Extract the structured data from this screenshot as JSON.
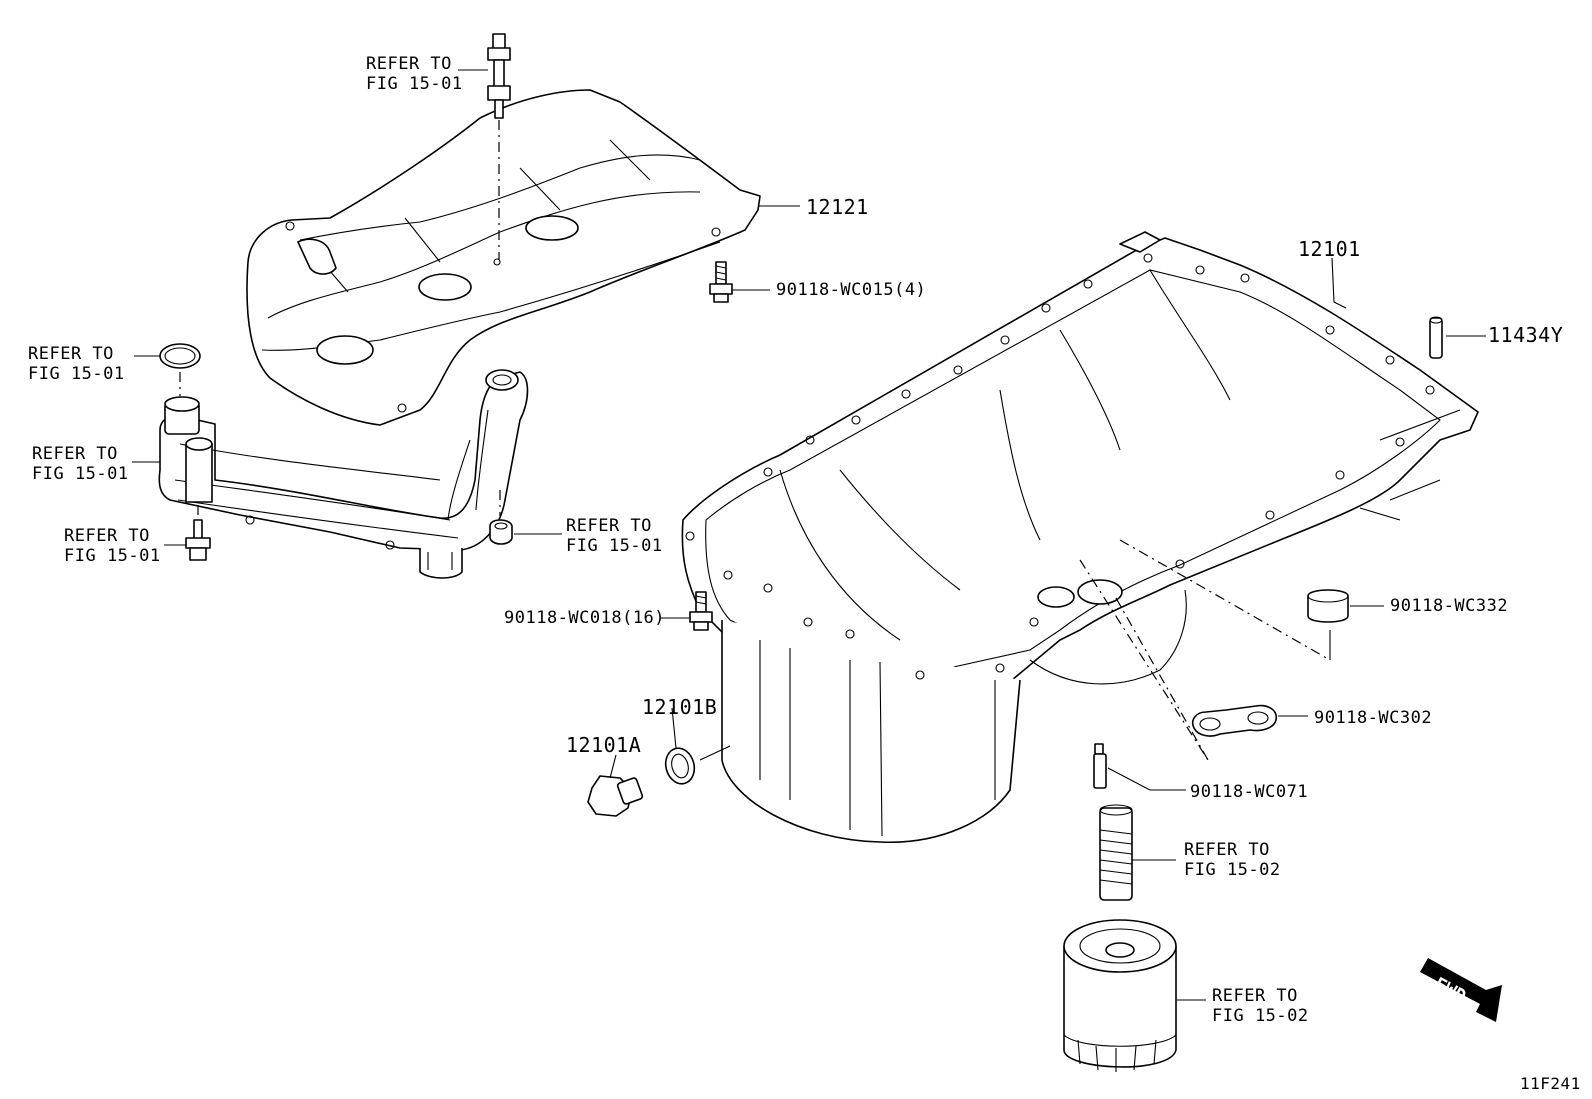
{
  "labels": {
    "refer_top": [
      "REFER TO",
      "FIG 15-01"
    ],
    "refer_left1": [
      "REFER TO",
      "FIG 15-01"
    ],
    "refer_left2": [
      "REFER TO",
      "FIG 15-01"
    ],
    "refer_left3": [
      "REFER TO",
      "FIG 15-01"
    ],
    "refer_mid": [
      "REFER TO",
      "FIG 15-01"
    ],
    "refer_stud": [
      "REFER TO",
      "FIG 15-02"
    ],
    "refer_filter": [
      "REFER TO",
      "FIG 15-02"
    ],
    "part_12121": "12121",
    "part_12101": "12101",
    "part_11434Y": "11434Y",
    "part_wc015": "90118-WC015(4)",
    "part_wc018": "90118-WC018(16)",
    "part_wc332": "90118-WC332",
    "part_wc302": "90118-WC302",
    "part_wc071": "90118-WC071",
    "part_12101A": "12101A",
    "part_12101B": "12101B",
    "fwd": "FWD",
    "diagram_code": "11F241"
  }
}
